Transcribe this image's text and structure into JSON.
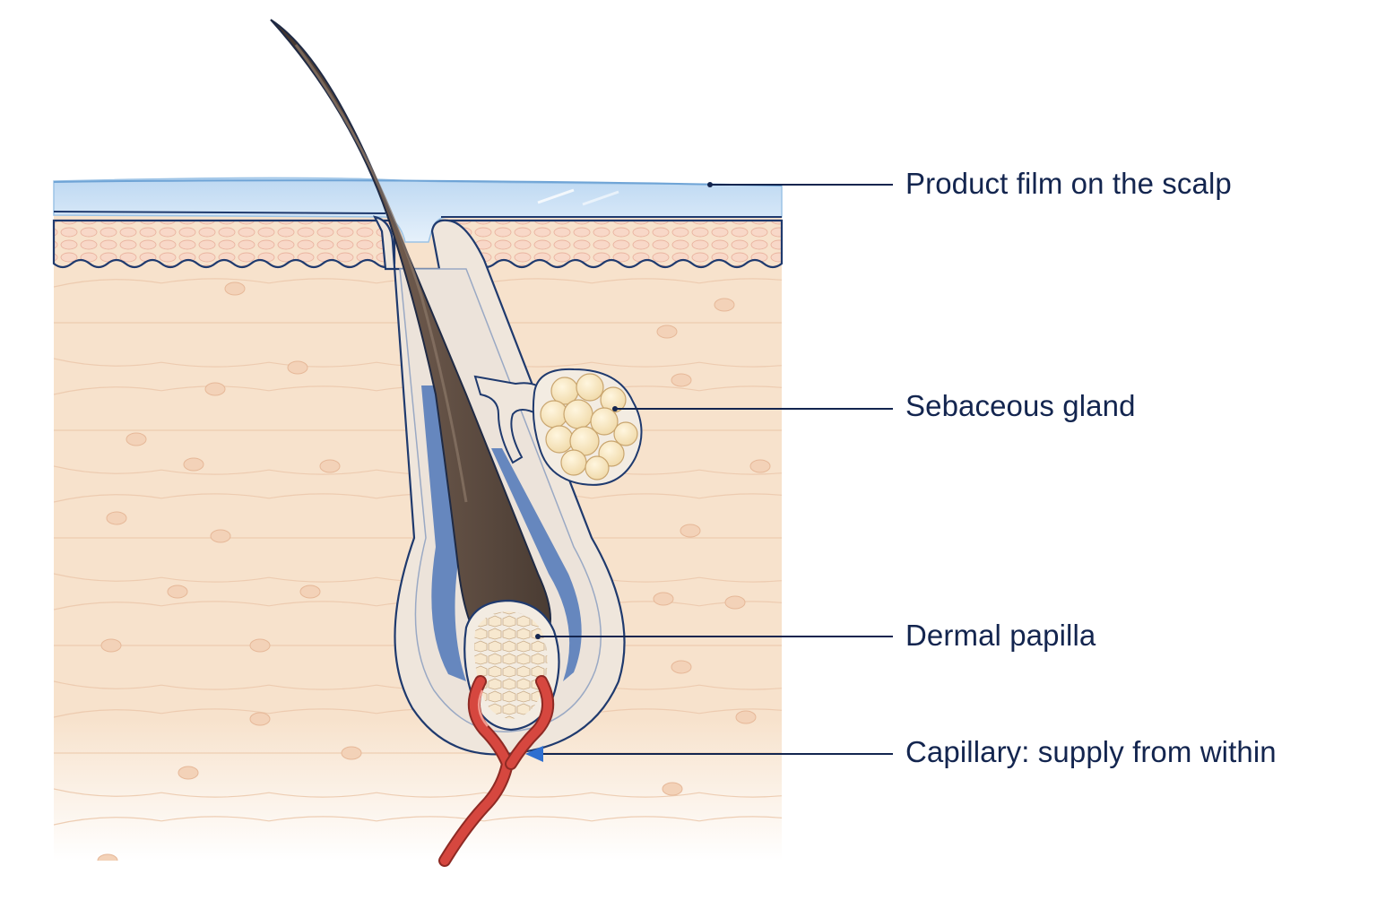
{
  "labels": {
    "film": "Product film on the scalp",
    "gland": "Sebaceous gland",
    "papilla": "Dermal papilla",
    "capillary": "Capillary: supply from within"
  },
  "colors": {
    "label_text": "#13254f",
    "leader_line": "#13254f",
    "capillary_arrow": "#2f6fd0",
    "film": "#cfe3f6",
    "epidermis": "#f6dccf",
    "dermis": "#f7e2cc",
    "hair_shaft": "#5e4b3f",
    "sheath_blue": "#4f77b8",
    "gland": "#f6e4bd",
    "capillary": "#d6473f"
  },
  "icons": {
    "pointer": "arrowhead-icon"
  }
}
